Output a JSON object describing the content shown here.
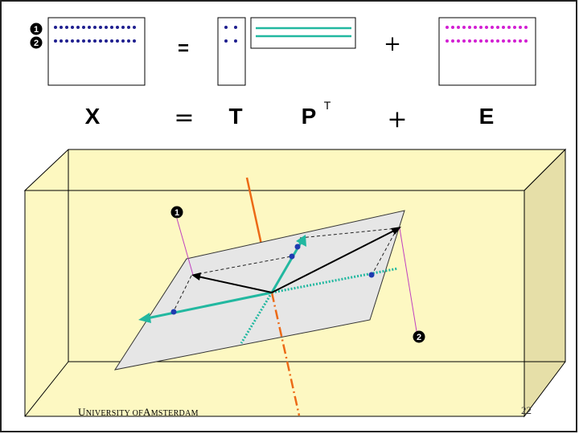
{
  "markers": {
    "one": "1",
    "two": "2"
  },
  "equation": {
    "top_equals": "=",
    "top_plus": "+",
    "X": "X",
    "equals": "=",
    "T": "T",
    "P": "P",
    "P_superscript": "T",
    "plus": "+",
    "E": "E"
  },
  "footer": {
    "university_prefix": "U",
    "university_rest": "NIVERSITY OF",
    "amsterdam_prefix": "A",
    "amsterdam_rest": "MSTERDAM",
    "page_number": "22"
  },
  "colors": {
    "navy_dots": "#1f1f8f",
    "magenta_dots": "#d21fd2",
    "teal": "#22b8a0",
    "orange_axis": "#ec6a16",
    "box_fill": "#fdf8c0",
    "plane_fill": "#e6e6e6"
  }
}
